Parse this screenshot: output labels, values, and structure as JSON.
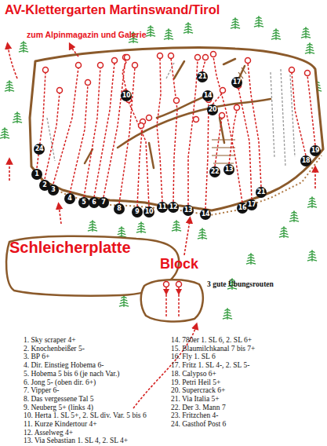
{
  "diagram": {
    "title": "AV-Klettergarten Martinswand/Tirol",
    "nodes": [
      {
        "text": [
          "Schleicherplatte"
        ]
      },
      {
        "text": [
          "Block"
        ]
      }
    ],
    "labels": [
      "zum Alpinmagazin und Galerie",
      "1",
      "2",
      "3",
      "4",
      "5",
      "6",
      "7",
      "8",
      "9",
      "10",
      "11",
      "12",
      "13",
      "14",
      "16",
      "17",
      "21",
      "18",
      "19",
      "24",
      "10",
      "20",
      "21",
      "14",
      "17",
      "22",
      "13",
      "3 gute Übungsrouten",
      "1. Sky scraper 4+",
      "2. Knochenbeißer 5-",
      "3. BP 6+",
      "4. Dir. Einstieg Hobema 6-",
      "5. Hobema 5 bis 6 (je nach Var.)",
      "6. Jong 5- (oben dir. 6+)",
      "7. Vipper 6-",
      "8. Das vergessene Tal 5",
      "9. Neuberg 5+ (links 4)",
      "10. Herta 1. SL 5+, 2. SL div. Var. 5 bis 6",
      "11. Kurze Kindertour 4+",
      "12. Asselweg 4+",
      "13. Via Sebastian 1. SL 4, 2. SL 4+",
      "14. 780er 1. SL 6, 2. SL 6+",
      "15. Blaumilchkanal 7 bis 7+",
      "16. Fly 1. SL 6",
      "17. Fritz 1. SL 4-, 2. SL 5-",
      "18. Calypso 6+",
      "19. Petri Heil 5+",
      "20. Supercrack 6+",
      "21. Via Italia 5+",
      "22. Der 3. Mann 7",
      "23. Fritzchen 4-",
      "24. Gasthof Post 6"
    ]
  }
}
